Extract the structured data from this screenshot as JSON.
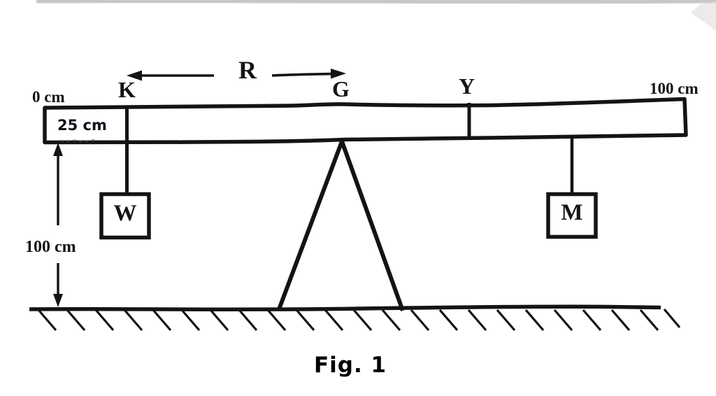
{
  "figure": {
    "caption": "Fig. 1",
    "scale": {
      "left_end": "0 cm",
      "right_end": "100 cm",
      "inner_mark": "25 cm"
    },
    "points": {
      "k": "K",
      "g": "G",
      "y": "Y"
    },
    "distance_label": "R",
    "height_label": "100 cm",
    "weights": {
      "left": "W",
      "right": "M"
    },
    "colors": {
      "ink": "#141414",
      "background": "#ffffff"
    }
  }
}
